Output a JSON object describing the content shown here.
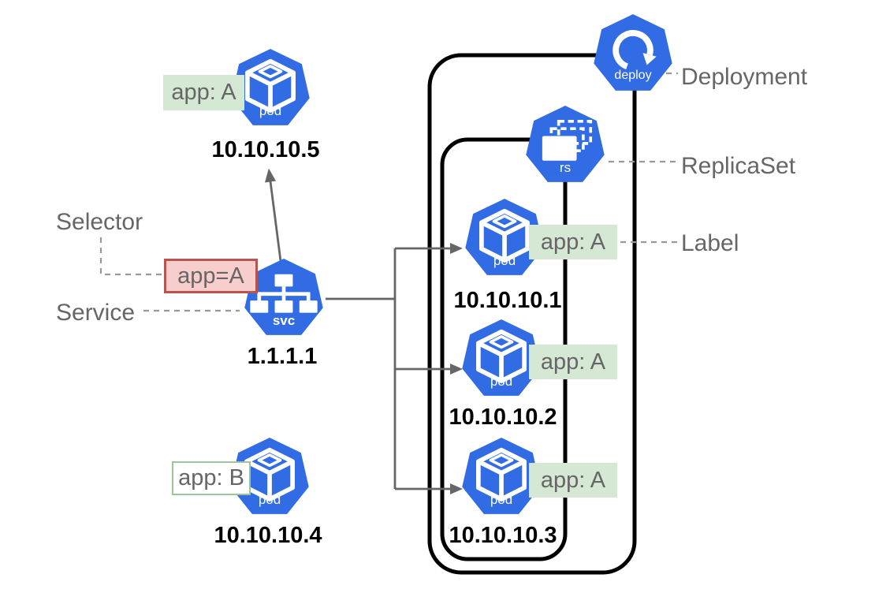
{
  "colors": {
    "k8s_blue": "#326CE5",
    "label_green_bg": "#D5E8D4",
    "selector_pink_bg": "#F8CECC",
    "selector_pink_border": "#B85450",
    "outline_green_border": "#9EC49E",
    "text_gray": "#666666",
    "solid_line_gray": "#666666",
    "dashed_line_gray": "#999999",
    "boundary_black": "#000000"
  },
  "annotations": {
    "selector": "Selector",
    "service": "Service",
    "deployment": "Deployment",
    "replicaset": "ReplicaSet",
    "label": "Label"
  },
  "service": {
    "icon_text": "svc",
    "ip": "1.1.1.1",
    "selector_label": "app=A"
  },
  "deployment": {
    "icon_text": "deploy"
  },
  "replicaset": {
    "icon_text": "rs",
    "pods": [
      {
        "icon_text": "pod",
        "label": "app: A",
        "ip": "10.10.10.1"
      },
      {
        "icon_text": "pod",
        "label": "app: A",
        "ip": "10.10.10.2"
      },
      {
        "icon_text": "pod",
        "label": "app: A",
        "ip": "10.10.10.3"
      }
    ]
  },
  "standalone_pods": [
    {
      "icon_text": "pod",
      "label": "app: A",
      "ip": "10.10.10.5"
    },
    {
      "icon_text": "pod",
      "label": "app: B",
      "ip": "10.10.10.4"
    }
  ]
}
